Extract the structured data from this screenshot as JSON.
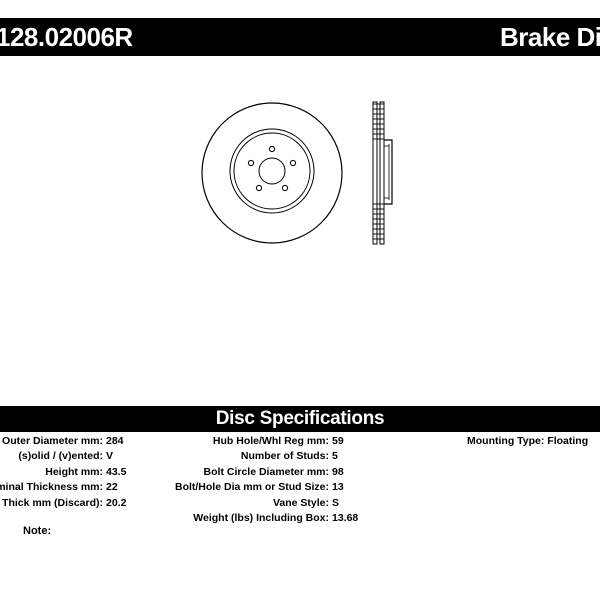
{
  "header": {
    "part_number": "128.02006R",
    "title": "Brake Disc"
  },
  "specs": {
    "title": "Disc Specifications",
    "column1": [
      {
        "label": "Outer Diameter mm:",
        "value": "284"
      },
      {
        "label": "(s)olid / (v)ented:",
        "value": "V"
      },
      {
        "label": "Height mm:",
        "value": "43.5"
      },
      {
        "label": "Nominal Thickness mm:",
        "value": "22"
      },
      {
        "label": "Min Thick mm (Discard):",
        "value": "20.2"
      }
    ],
    "column2": [
      {
        "label": "Hub Hole/Whl Reg mm:",
        "value": "59"
      },
      {
        "label": "Number of Studs:",
        "value": "5"
      },
      {
        "label": "Bolt Circle Diameter mm:",
        "value": "98"
      },
      {
        "label": "Bolt/Hole Dia mm or Stud Size:",
        "value": "13"
      },
      {
        "label": "Vane Style:",
        "value": "S"
      },
      {
        "label": "Weight (lbs) Including Box:",
        "value": "13.68"
      }
    ],
    "column3": [
      {
        "label": "Mounting Type:",
        "value": "Floating"
      }
    ]
  },
  "note": {
    "label": "Note:"
  }
}
